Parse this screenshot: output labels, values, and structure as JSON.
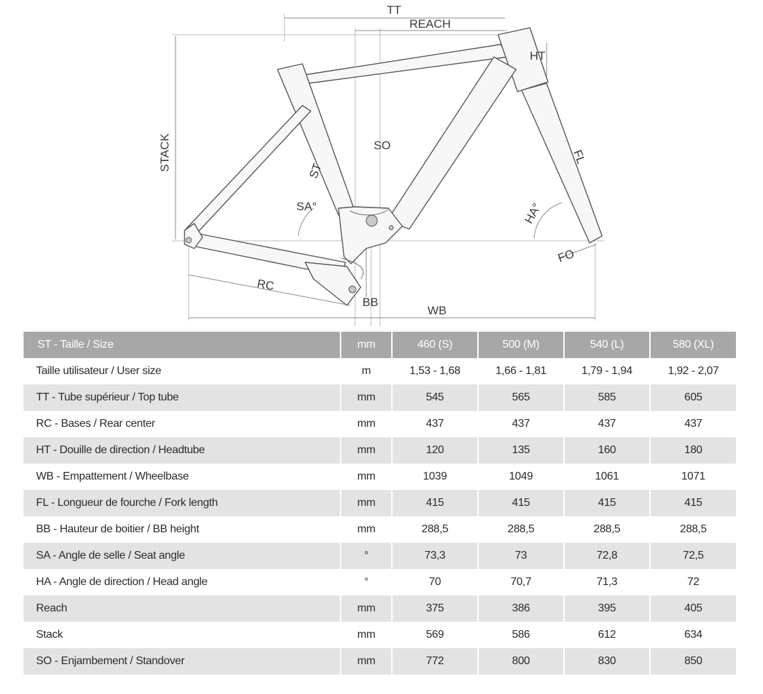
{
  "diagram": {
    "labels": {
      "tt": "TT",
      "reach": "REACH",
      "ht": "HT",
      "stack": "STACK",
      "so": "SO",
      "st": "ST",
      "sa": "SA°",
      "fl": "FL",
      "ha": "HA°",
      "fo": "FO",
      "rc": "RC",
      "bb": "BB",
      "wb": "WB"
    }
  },
  "table": {
    "header": {
      "label": "ST - Taille / Size",
      "unit": "mm",
      "sizes": [
        "460 (S)",
        "500 (M)",
        "540 (L)",
        "580 (XL)"
      ]
    },
    "rows": [
      {
        "label": "Taille utilisateur / User size",
        "unit": "m",
        "values": [
          "1,53 - 1,68",
          "1,66 - 1,81",
          "1,79 - 1,94",
          "1,92 - 2,07"
        ]
      },
      {
        "label": "TT - Tube supérieur / Top tube",
        "unit": "mm",
        "values": [
          "545",
          "565",
          "585",
          "605"
        ]
      },
      {
        "label": "RC - Bases / Rear center",
        "unit": "mm",
        "values": [
          "437",
          "437",
          "437",
          "437"
        ]
      },
      {
        "label": "HT - Douille de direction / Headtube",
        "unit": "mm",
        "values": [
          "120",
          "135",
          "160",
          "180"
        ]
      },
      {
        "label": "WB - Empattement / Wheelbase",
        "unit": "mm",
        "values": [
          "1039",
          "1049",
          "1061",
          "1071"
        ]
      },
      {
        "label": "FL - Longueur de fourche / Fork length",
        "unit": "mm",
        "values": [
          "415",
          "415",
          "415",
          "415"
        ]
      },
      {
        "label": "BB - Hauteur de boitier / BB height",
        "unit": "mm",
        "values": [
          "288,5",
          "288,5",
          "288,5",
          "288,5"
        ]
      },
      {
        "label": "SA - Angle de selle / Seat angle",
        "unit": "°",
        "values": [
          "73,3",
          "73",
          "72,8",
          "72,5"
        ]
      },
      {
        "label": "HA - Angle de direction / Head angle",
        "unit": "°",
        "values": [
          "70",
          "70,7",
          "71,3",
          "72"
        ]
      },
      {
        "label": "Reach",
        "unit": "mm",
        "values": [
          "375",
          "386",
          "395",
          "405"
        ]
      },
      {
        "label": "Stack",
        "unit": "mm",
        "values": [
          "569",
          "586",
          "612",
          "634"
        ]
      },
      {
        "label": "SO - Enjambement / Standover",
        "unit": "mm",
        "values": [
          "772",
          "800",
          "830",
          "850"
        ]
      }
    ],
    "colors": {
      "header_bg": "#a7a7a7",
      "header_text": "#ffffff",
      "stripe_bg": "#e3e3e3"
    }
  }
}
